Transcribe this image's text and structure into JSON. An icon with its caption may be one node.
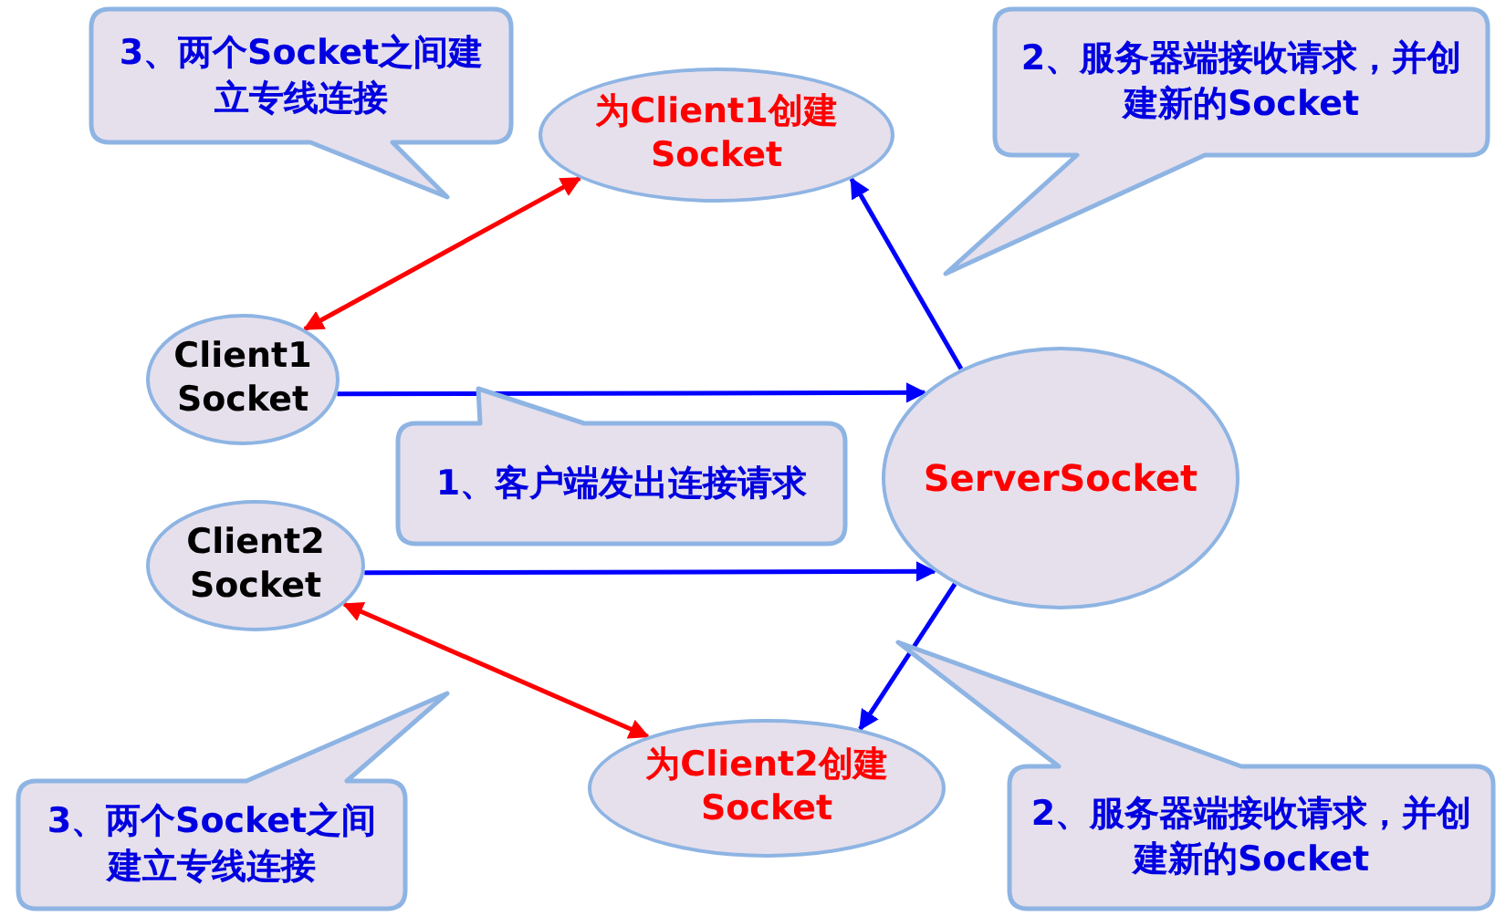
{
  "diagram": {
    "nodes": [
      {
        "text": [
          "3、两个Socket之间建立专线连接"
        ]
      },
      {
        "text": [
          "为Client1创建Socket"
        ]
      },
      {
        "text": [
          "2、服务器端接收请求，并创建新的Socket"
        ]
      },
      {
        "text": [
          "Client1 Socket"
        ]
      },
      {
        "text": [
          "ServerSocket"
        ]
      },
      {
        "text": [
          "1、客户端发出连接请求"
        ]
      },
      {
        "text": [
          "Client2 Socket"
        ]
      },
      {
        "text": [
          "为Client2创建Socket"
        ]
      },
      {
        "text": [
          "3、两个Socket之间建立专线连接"
        ]
      },
      {
        "text": [
          "2、服务器端接收请求，并创建新的Socket"
        ]
      }
    ],
    "edges": [
      {
        "from": 3,
        "to": 1,
        "arrow": "both",
        "color": "#ff0000"
      },
      {
        "from": 4,
        "to": 1,
        "arrow": "to"
      },
      {
        "from": 3,
        "to": 4,
        "arrow": "to"
      },
      {
        "from": 6,
        "to": 4,
        "arrow": "to"
      },
      {
        "from": 4,
        "to": 7,
        "arrow": "to"
      },
      {
        "from": 6,
        "to": 7,
        "arrow": "both",
        "color": "#ff0000"
      }
    ]
  }
}
